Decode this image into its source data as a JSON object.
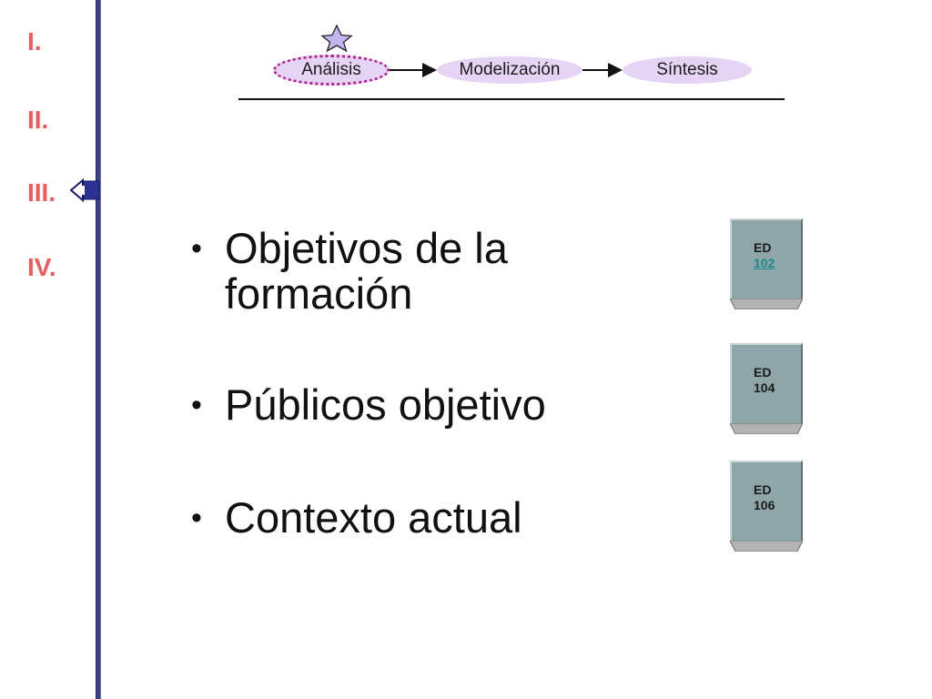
{
  "nav": {
    "items": [
      {
        "label": "I."
      },
      {
        "label": "II."
      },
      {
        "label": "III."
      },
      {
        "label": "IV."
      }
    ],
    "current_index": 2,
    "label_color": "#ef5b5b",
    "rail_color": "#3a3f8f"
  },
  "flow": {
    "steps": [
      {
        "label": "Análisis",
        "active": true
      },
      {
        "label": "Modelización",
        "active": false
      },
      {
        "label": "Síntesis",
        "active": false
      }
    ],
    "node_color": "#e5d4f3",
    "active_border_color": "#b0238f",
    "marker_icon": "star-icon"
  },
  "bullets": [
    {
      "text": "Objetivos de la formación"
    },
    {
      "text": "Públicos objetivo"
    },
    {
      "text": "Contexto actual"
    }
  ],
  "bullet_char": "•",
  "ed_boxes": [
    {
      "line1": "ED",
      "line2": "102",
      "is_link": true
    },
    {
      "line1": "ED",
      "line2": "104",
      "is_link": false
    },
    {
      "line1": "ED",
      "line2": "106",
      "is_link": false
    }
  ],
  "ed_box_color": "#8fa6a9"
}
